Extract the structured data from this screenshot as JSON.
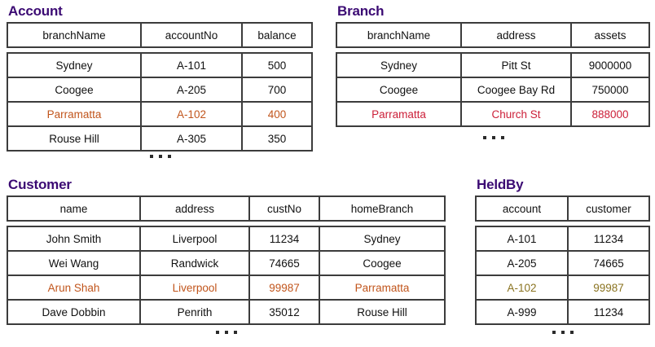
{
  "page": {
    "background": "#ffffff",
    "title_color": "#3b0a73",
    "border_color": "#3c3c3c",
    "text_color": "#111111",
    "highlight_orange": "#c1551c",
    "highlight_red": "#cc2039",
    "highlight_gold": "#8a7320",
    "ellipsis_glyph": "..."
  },
  "tables": [
    {
      "id": "account",
      "title": "Account",
      "columns": [
        "branchName",
        "accountNo",
        "balance"
      ],
      "rows": [
        {
          "cells": [
            "Sydney",
            "A-101",
            "500"
          ],
          "highlight": "none"
        },
        {
          "cells": [
            "Coogee",
            "A-205",
            "700"
          ],
          "highlight": "none"
        },
        {
          "cells": [
            "Parramatta",
            "A-102",
            "400"
          ],
          "highlight": "orange"
        },
        {
          "cells": [
            "Rouse Hill",
            "A-305",
            "350"
          ],
          "highlight": "none"
        }
      ],
      "truncated": true
    },
    {
      "id": "branch",
      "title": "Branch",
      "columns": [
        "branchName",
        "address",
        "assets"
      ],
      "rows": [
        {
          "cells": [
            "Sydney",
            "Pitt St",
            "9000000"
          ],
          "highlight": "none"
        },
        {
          "cells": [
            "Coogee",
            "Coogee Bay Rd",
            "750000"
          ],
          "highlight": "none"
        },
        {
          "cells": [
            "Parramatta",
            "Church St",
            "888000"
          ],
          "highlight": "red"
        }
      ],
      "truncated": true
    },
    {
      "id": "customer",
      "title": "Customer",
      "columns": [
        "name",
        "address",
        "custNo",
        "homeBranch"
      ],
      "rows": [
        {
          "cells": [
            "John Smith",
            "Liverpool",
            "11234",
            "Sydney"
          ],
          "highlight": "none"
        },
        {
          "cells": [
            "Wei Wang",
            "Randwick",
            "74665",
            "Coogee"
          ],
          "highlight": "none"
        },
        {
          "cells": [
            "Arun Shah",
            "Liverpool",
            "99987",
            "Parramatta"
          ],
          "highlight": "orange"
        },
        {
          "cells": [
            "Dave Dobbin",
            "Penrith",
            "35012",
            "Rouse Hill"
          ],
          "highlight": "none"
        }
      ],
      "truncated": true
    },
    {
      "id": "heldby",
      "title": "HeldBy",
      "columns": [
        "account",
        "customer"
      ],
      "rows": [
        {
          "cells": [
            "A-101",
            "11234"
          ],
          "highlight": "none"
        },
        {
          "cells": [
            "A-205",
            "74665"
          ],
          "highlight": "none"
        },
        {
          "cells": [
            "A-102",
            "99987"
          ],
          "highlight": "gold"
        },
        {
          "cells": [
            "A-999",
            "11234"
          ],
          "highlight": "none"
        }
      ],
      "truncated": true
    }
  ]
}
